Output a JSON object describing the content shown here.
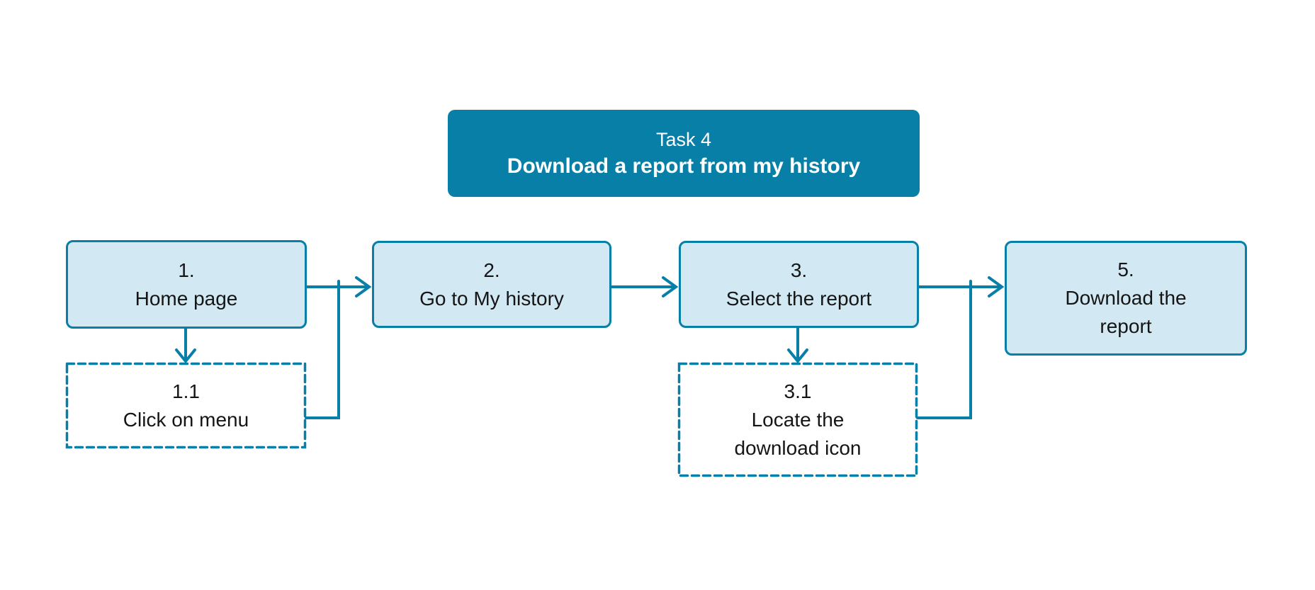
{
  "page": {
    "background": "#ffffff",
    "kind": "task-flowchart"
  },
  "colors": {
    "accent_teal": "#077fa6",
    "box_fill_light": "#d2e8f2",
    "box_fill_white": "#ffffff",
    "text_dark": "#151515",
    "text_on_teal": "#ffffff"
  },
  "title": {
    "line1": "Task 4",
    "line2": "Download a report from my history"
  },
  "diagram": {
    "steps": [
      {
        "id": "1",
        "number": "1.",
        "label": "Home page",
        "variant": "solid"
      },
      {
        "id": "1.1",
        "number": "1.1",
        "label": "Click on menu",
        "variant": "dashed"
      },
      {
        "id": "2",
        "number": "2.",
        "label": "Go to My history",
        "variant": "solid"
      },
      {
        "id": "3",
        "number": "3.",
        "label": "Select the report",
        "variant": "solid"
      },
      {
        "id": "3.1",
        "number": "3.1",
        "label": "Locate the\ndownload icon",
        "variant": "dashed"
      },
      {
        "id": "5",
        "number": "5.",
        "label": "Download the\nreport",
        "variant": "solid"
      }
    ],
    "edges": [
      {
        "from": "1",
        "to": "1.1",
        "type": "arrow-down"
      },
      {
        "from": "1",
        "to": "2",
        "type": "arrow-right"
      },
      {
        "from": "1.1",
        "to": "2",
        "type": "elbow-merge"
      },
      {
        "from": "2",
        "to": "3",
        "type": "arrow-right"
      },
      {
        "from": "3",
        "to": "3.1",
        "type": "arrow-down"
      },
      {
        "from": "3",
        "to": "5",
        "type": "arrow-right"
      },
      {
        "from": "3.1",
        "to": "5",
        "type": "elbow-merge"
      }
    ]
  }
}
